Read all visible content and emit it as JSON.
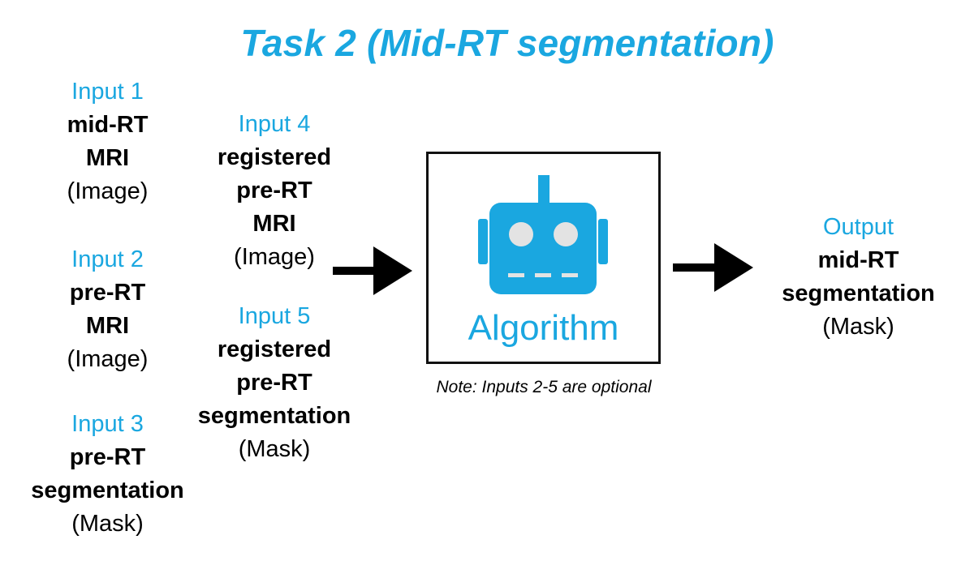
{
  "title": "Task 2 (Mid-RT segmentation)",
  "colors": {
    "accent": "#1AA7E0",
    "text": "#000000"
  },
  "inputs": [
    {
      "label": "Input 1",
      "lines": [
        "mid-RT",
        "MRI"
      ],
      "type": "(Image)"
    },
    {
      "label": "Input 2",
      "lines": [
        "pre-RT",
        "MRI"
      ],
      "type": "(Image)"
    },
    {
      "label": "Input 3",
      "lines": [
        "pre-RT",
        "segmentation"
      ],
      "type": "(Mask)"
    },
    {
      "label": "Input 4",
      "lines": [
        "registered",
        "pre-RT",
        "MRI"
      ],
      "type": "(Image)"
    },
    {
      "label": "Input 5",
      "lines": [
        "registered",
        "pre-RT",
        "segmentation"
      ],
      "type": "(Mask)"
    }
  ],
  "algorithm": {
    "label": "Algorithm",
    "icon": "robot-icon"
  },
  "note": "Note: Inputs 2-5 are optional",
  "output": {
    "label": "Output",
    "lines": [
      "mid-RT",
      "segmentation"
    ],
    "type": "(Mask)"
  }
}
